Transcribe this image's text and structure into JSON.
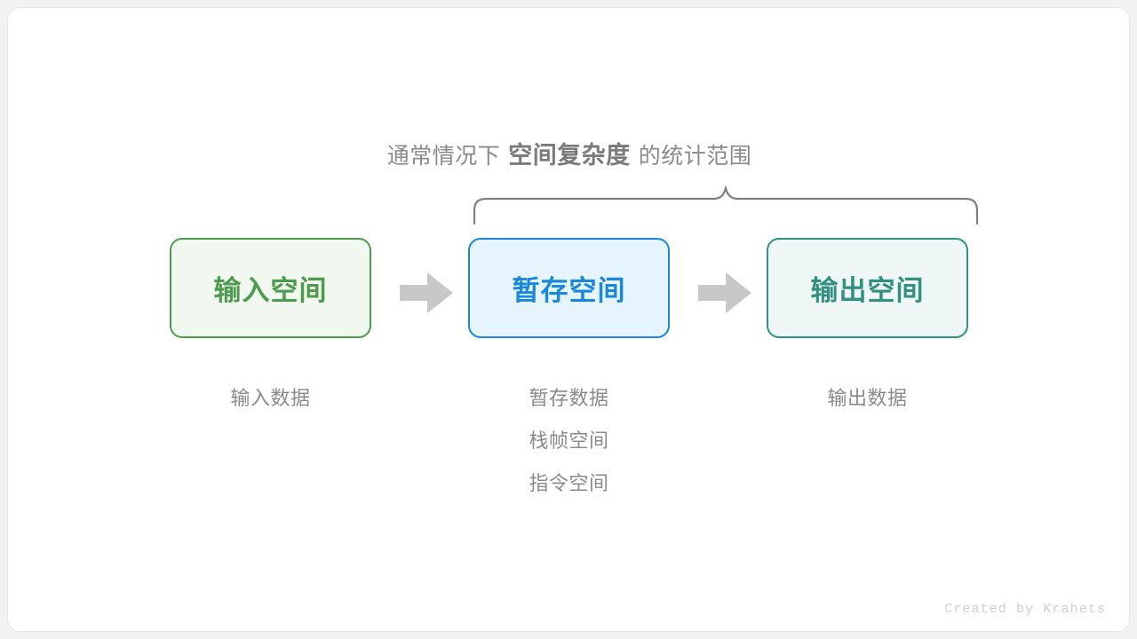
{
  "annotation": {
    "prefix": "通常情况下",
    "highlight": "空间复杂度",
    "suffix": "的统计范围"
  },
  "boxes": [
    {
      "label": "输入空间",
      "color": "#4e9a4e",
      "fill": "#f0f8ef"
    },
    {
      "label": "暂存空间",
      "color": "#1a87d8",
      "fill": "#e6f4fd"
    },
    {
      "label": "输出空间",
      "color": "#32907f",
      "fill": "#eef7f5"
    }
  ],
  "captions": [
    {
      "lines": [
        "输入数据"
      ]
    },
    {
      "lines": [
        "暂存数据",
        "栈帧空间",
        "指令空间"
      ]
    },
    {
      "lines": [
        "输出数据"
      ]
    }
  ],
  "icons": {
    "arrow_1": "right-arrow-icon",
    "arrow_2": "right-arrow-icon",
    "brace": "curly-brace-icon"
  },
  "colors": {
    "arrow": "#c8c8c8",
    "brace": "#808080",
    "caption_text": "#8a8a8a",
    "annotation_text": "#8a8a8a",
    "credit_text": "#cfcfcf",
    "card_background": "#ffffff",
    "page_background": "#f2f2f2"
  },
  "credit": "Created by Krahets"
}
